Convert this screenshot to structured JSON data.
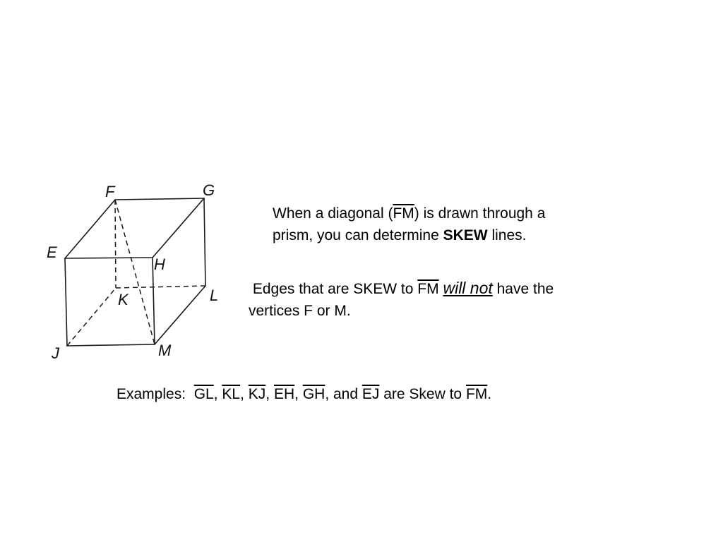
{
  "diagram": {
    "type": "cube",
    "vertices": [
      "F",
      "G",
      "E",
      "H",
      "K",
      "L",
      "J",
      "M"
    ],
    "edges": [
      "FG",
      "EH",
      "EF",
      "HG",
      "EJ",
      "HM",
      "GL",
      "JM",
      "ML"
    ],
    "hidden_edges": [
      "JK",
      "KL",
      "FK"
    ],
    "diagonal": "FM"
  },
  "text": {
    "para1_line1_pre": "When a diagonal (",
    "para1_seg": "FM",
    "para1_line1_post": ") is drawn through a",
    "para1_line2_pre": "prism, you can determine ",
    "para1_bold": "SKEW",
    "para1_line2_post": " lines.",
    "para2_line1_pre": " Edges that are SKEW to ",
    "para2_seg": "FM",
    "para2_emph": "will not",
    "para2_line1_post": " have the",
    "para2_line2": "vertices F or M.",
    "examples_label": "Examples: ",
    "seg_gl": "GL",
    "seg_kl": "KL",
    "seg_kj": "KJ",
    "seg_eh": "EH",
    "seg_gh": "GH",
    "seg_ej": "EJ",
    "seg_fm": "FM",
    "sep": ", ",
    "and_word": ", and ",
    "are_skew": " are Skew to ",
    "period": "."
  }
}
